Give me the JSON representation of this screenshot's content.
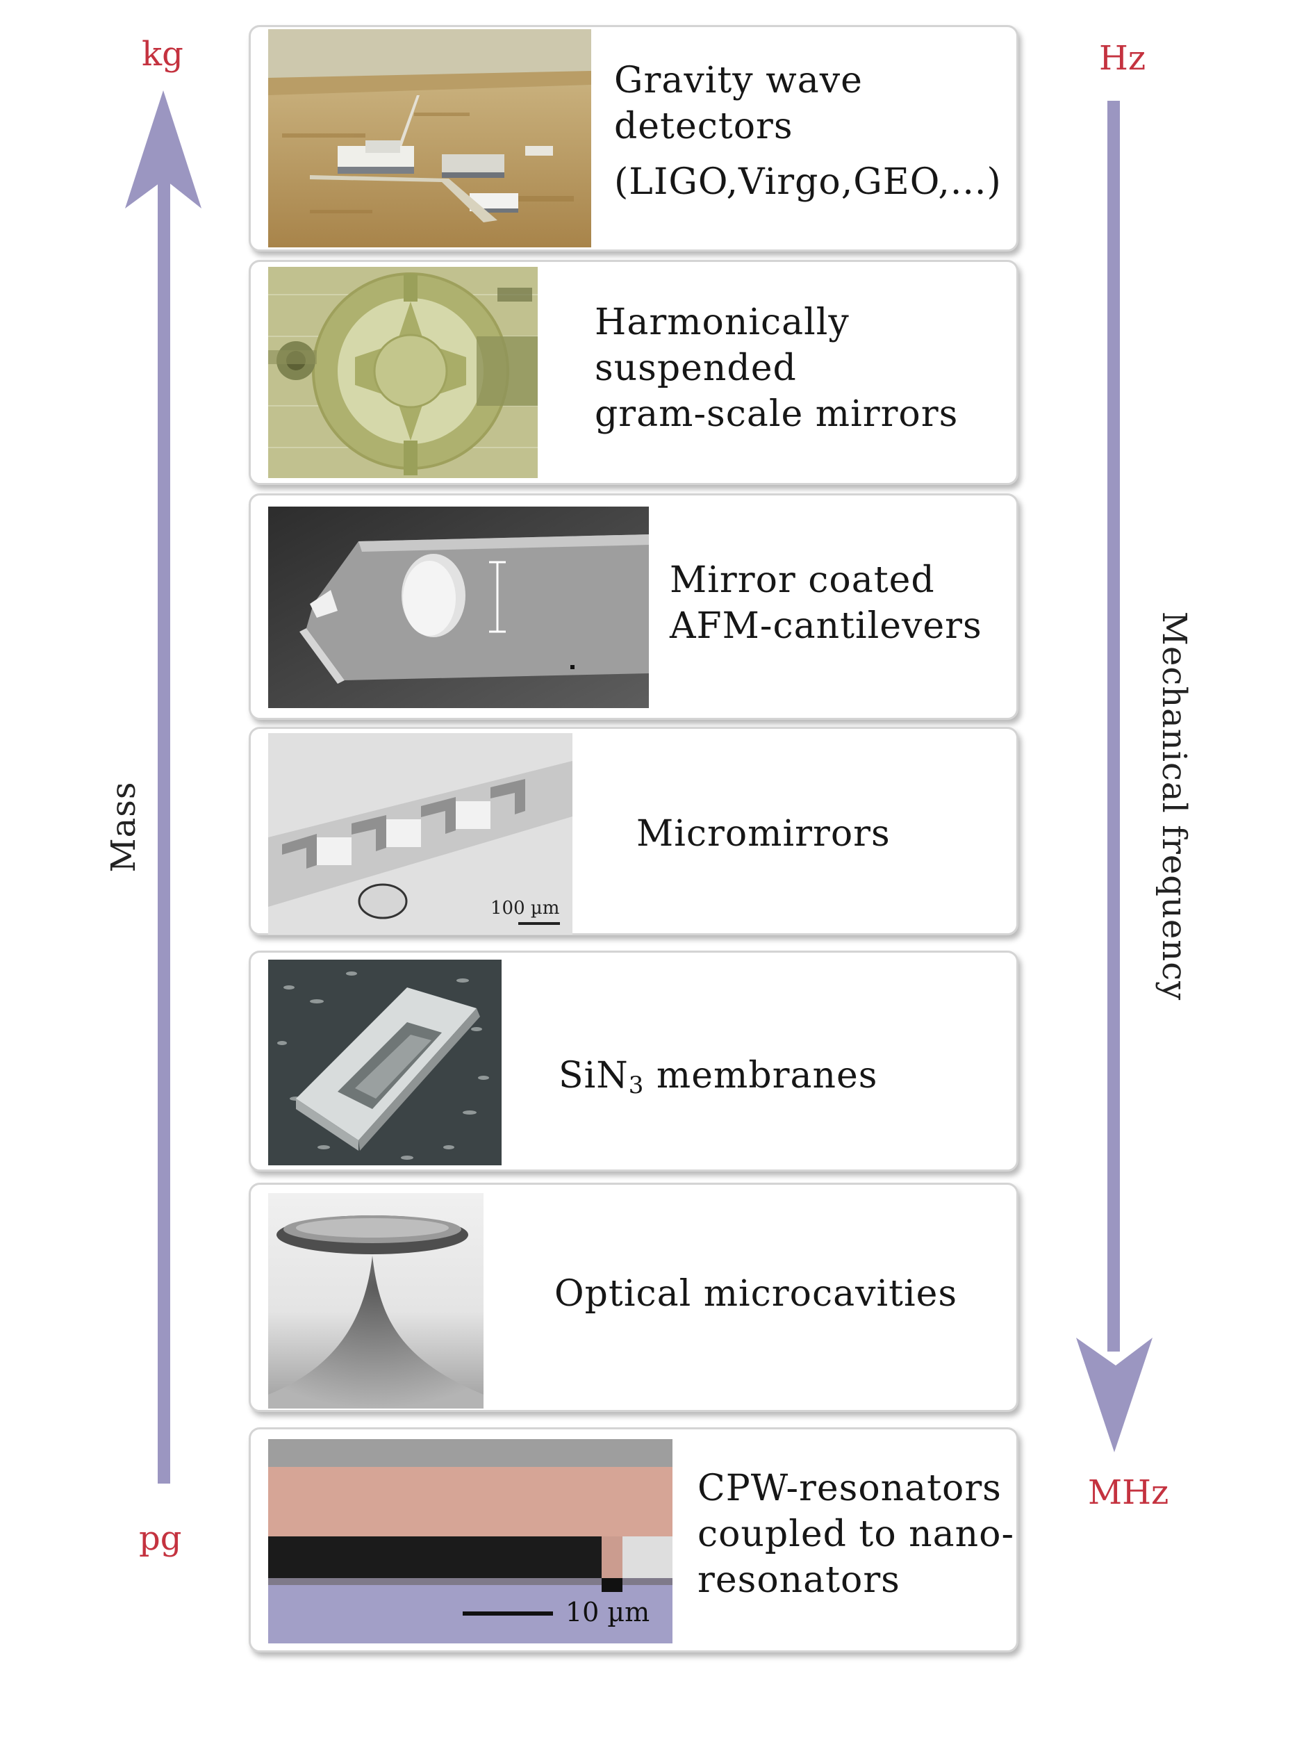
{
  "left_axis": {
    "top_unit": "kg",
    "bottom_unit": "pg",
    "label": "Mass",
    "direction": "up"
  },
  "right_axis": {
    "top_unit": "Hz",
    "bottom_unit": "MHz",
    "label": "Mechanical frequency",
    "direction": "down"
  },
  "colors": {
    "unit_text": "#c4323f",
    "arrow": "#9b96c1",
    "panel_border": "#d4d4d4"
  },
  "panels": [
    {
      "id": "gravity",
      "image_icon": "observatory-photo",
      "lines": [
        "Gravity  wave",
        "detectors",
        "(LIGO,Virgo,GEO,...)"
      ]
    },
    {
      "id": "harmonic",
      "image_icon": "suspended-mirror-photo",
      "lines": [
        "Harmonically",
        "suspended",
        "gram-scale mirrors"
      ]
    },
    {
      "id": "afm",
      "image_icon": "cantilever-sem-image",
      "lines": [
        "Mirror  coated",
        "AFM-cantilevers"
      ]
    },
    {
      "id": "micromirrors",
      "image_icon": "micromirror-sem-image",
      "lines": [
        "Micromirrors"
      ],
      "scalebar": "100 µm"
    },
    {
      "id": "membranes",
      "image_icon": "membrane-sem-image",
      "lines_pre": "SiN",
      "lines_sub": "3",
      "lines_post": " membranes"
    },
    {
      "id": "microcavities",
      "image_icon": "microtoroid-sem-image",
      "lines": [
        "Optical  microcavities"
      ]
    },
    {
      "id": "cpw",
      "image_icon": "cpw-resonator-image",
      "lines": [
        "CPW-resonators",
        "coupled  to  nano-",
        "resonators"
      ],
      "scalebar": "10 µm"
    }
  ]
}
